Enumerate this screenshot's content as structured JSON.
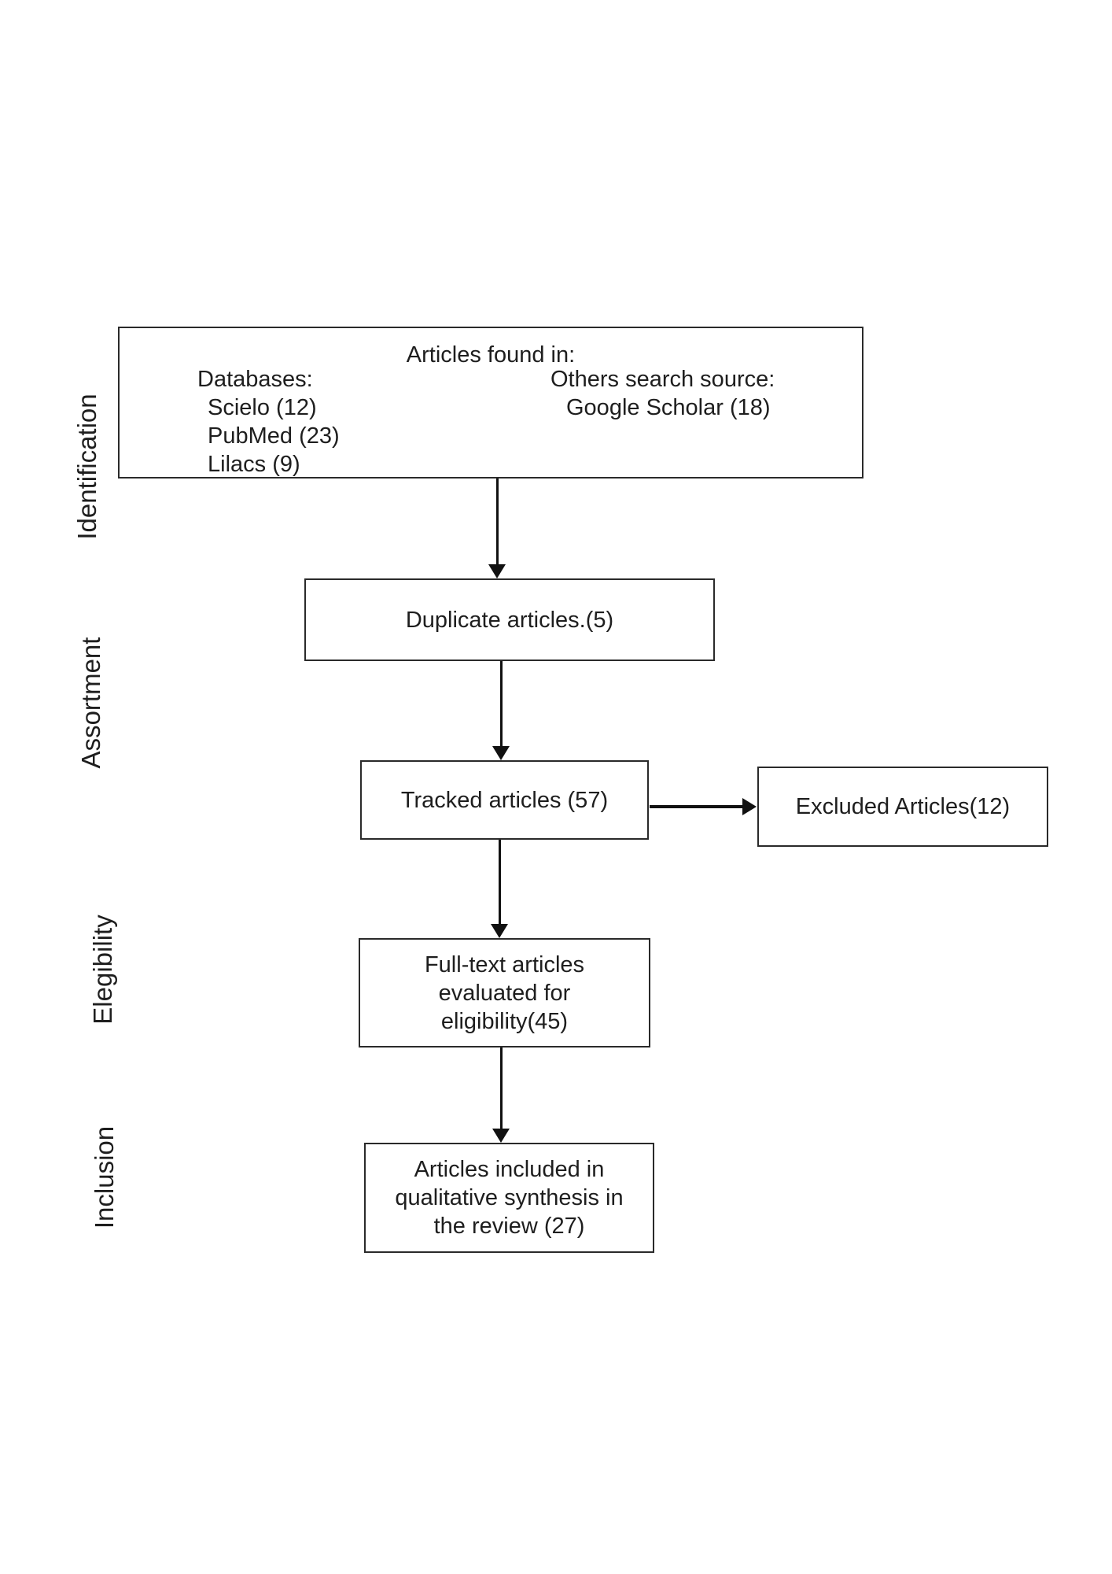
{
  "stages": [
    {
      "label": "Identification"
    },
    {
      "label": "Assortment"
    },
    {
      "label": "Elegibility"
    },
    {
      "label": "Inclusion"
    }
  ],
  "found_box": {
    "title": "Articles found in:",
    "databases_heading": "Databases:",
    "databases": [
      "Scielo (12)",
      "PubMed (23)",
      "Lilacs (9)"
    ],
    "others_heading": "Others search source:",
    "others": [
      "Google Scholar (18)"
    ]
  },
  "flow_boxes": {
    "duplicate": "Duplicate articles.(5)",
    "tracked": "Tracked articles (57)",
    "excluded": "Excluded Articles(12)",
    "fulltext_lines": [
      "Full-text articles",
      "evaluated for",
      "eligibility(45)"
    ],
    "included_lines": [
      "Articles included in",
      "qualitative synthesis in",
      "the review (27)"
    ]
  },
  "colors": {
    "ink": "#1e1e1e",
    "border": "#2a2a2a",
    "background": "#ffffff"
  }
}
